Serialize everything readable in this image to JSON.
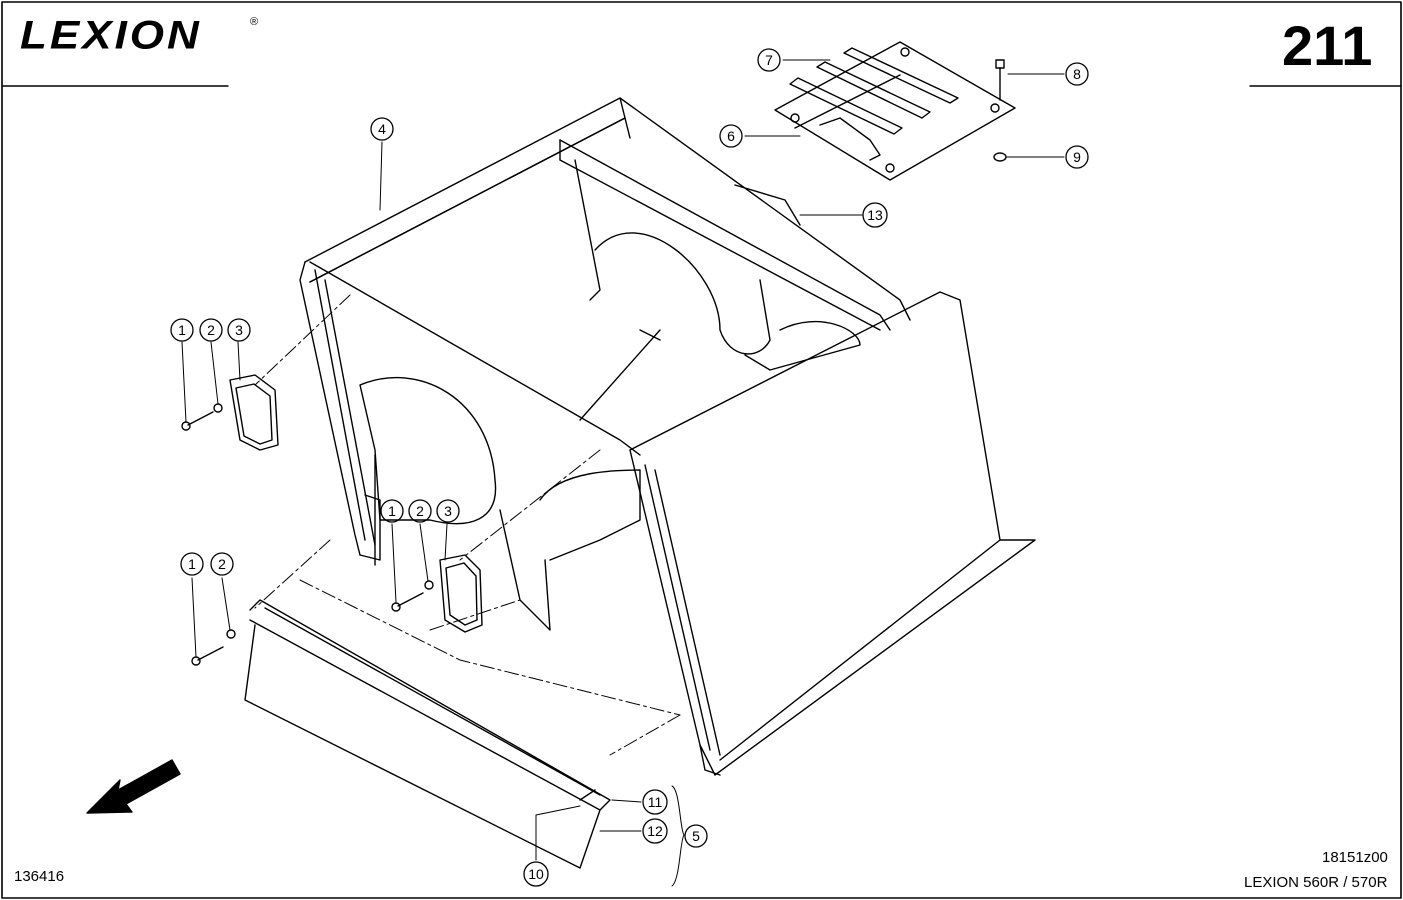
{
  "header": {
    "brand": "LEXION",
    "brand_mark": "®",
    "page_number": "211"
  },
  "footer": {
    "drawing_ref": "18151z00",
    "model": "LEXION 560R / 570R",
    "part_number": "136416"
  },
  "callouts": [
    {
      "id": "c1a",
      "label": "1"
    },
    {
      "id": "c2a",
      "label": "2"
    },
    {
      "id": "c3a",
      "label": "3"
    },
    {
      "id": "c1b",
      "label": "1"
    },
    {
      "id": "c2b",
      "label": "2"
    },
    {
      "id": "c3b",
      "label": "3"
    },
    {
      "id": "c1c",
      "label": "1"
    },
    {
      "id": "c2c",
      "label": "2"
    },
    {
      "id": "c4",
      "label": "4"
    },
    {
      "id": "c5",
      "label": "5"
    },
    {
      "id": "c6",
      "label": "6"
    },
    {
      "id": "c7",
      "label": "7"
    },
    {
      "id": "c8",
      "label": "8"
    },
    {
      "id": "c9",
      "label": "9"
    },
    {
      "id": "c10",
      "label": "10"
    },
    {
      "id": "c11",
      "label": "11"
    },
    {
      "id": "c12",
      "label": "12"
    },
    {
      "id": "c13",
      "label": "13"
    }
  ]
}
